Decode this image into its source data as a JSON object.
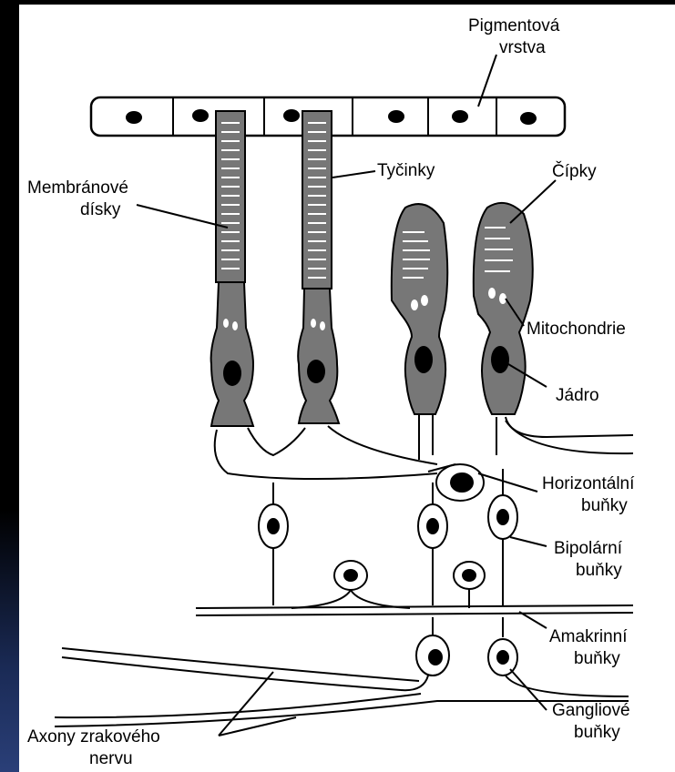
{
  "labels": {
    "pigment": [
      "Pigmentová",
      "vrstva"
    ],
    "membrane": [
      "Membránové",
      "dísky"
    ],
    "rods": "Tyčinky",
    "cones": "Čípky",
    "mito": "Mitochondrie",
    "nucleus": "Jádro",
    "horizontal": [
      "Horizontální",
      "buňky"
    ],
    "bipolar": [
      "Bipolární",
      "buňky"
    ],
    "amacrine": [
      "Amakrinní",
      "buňky"
    ],
    "ganglion": [
      "Gangliové",
      "buňky"
    ],
    "axons": [
      "Axony zrakového",
      "nervu"
    ]
  },
  "colors": {
    "cell_fill": "#777777",
    "background": "#000000",
    "panel": "#ffffff"
  }
}
